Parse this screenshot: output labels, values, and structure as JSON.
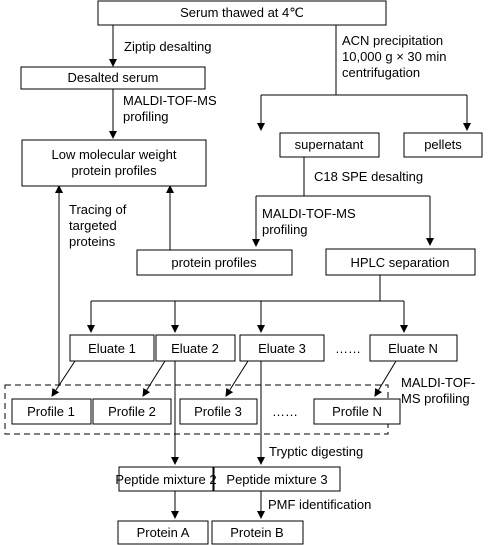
{
  "nodes": {
    "serum_thawed": [
      "Serum thawed at 4℃"
    ],
    "desalted_serum": [
      "Desalted serum"
    ],
    "low_mw_profiles": [
      "Low molecular weight",
      "protein profiles"
    ],
    "supernatant": [
      "supernatant"
    ],
    "pellets": [
      "pellets"
    ],
    "protein_profiles": [
      "protein profiles"
    ],
    "hplc_separation": [
      "HPLC separation"
    ],
    "eluate_1": [
      "Eluate 1"
    ],
    "eluate_2": [
      "Eluate 2"
    ],
    "eluate_3": [
      "Eluate 3"
    ],
    "eluate_n": [
      "Eluate N"
    ],
    "eluate_ellipsis": [
      "……"
    ],
    "profile_1": [
      "Profile 1"
    ],
    "profile_2": [
      "Profile 2"
    ],
    "profile_3": [
      "Profile 3"
    ],
    "profile_ellipsis": [
      "……"
    ],
    "profile_n": [
      "Profile N"
    ],
    "peptide_mixture_2": [
      "Peptide mixture 2"
    ],
    "peptide_mixture_3": [
      "Peptide mixture 3"
    ],
    "protein_a": [
      "Protein A"
    ],
    "protein_b": [
      "Protein B"
    ]
  },
  "labels": {
    "ziptip_desalting": [
      "Ziptip desalting"
    ],
    "acn_precipitation": [
      "ACN precipitation",
      "10,000 g × 30 min",
      "centrifugation"
    ],
    "maldi_profiling_left": [
      "MALDI-TOF-MS",
      "profiling"
    ],
    "c18_spe_desalting": [
      "C18 SPE desalting"
    ],
    "maldi_profiling_mid": [
      "MALDI-TOF-MS",
      "profiling"
    ],
    "tracing_targeted": [
      "Tracing of",
      "targeted",
      "proteins"
    ],
    "maldi_profiling_right": [
      "MALDI-TOF-",
      "MS profiling"
    ],
    "tryptic_digesting": [
      "Tryptic digesting"
    ],
    "pmf_identification": [
      "PMF identification"
    ]
  }
}
